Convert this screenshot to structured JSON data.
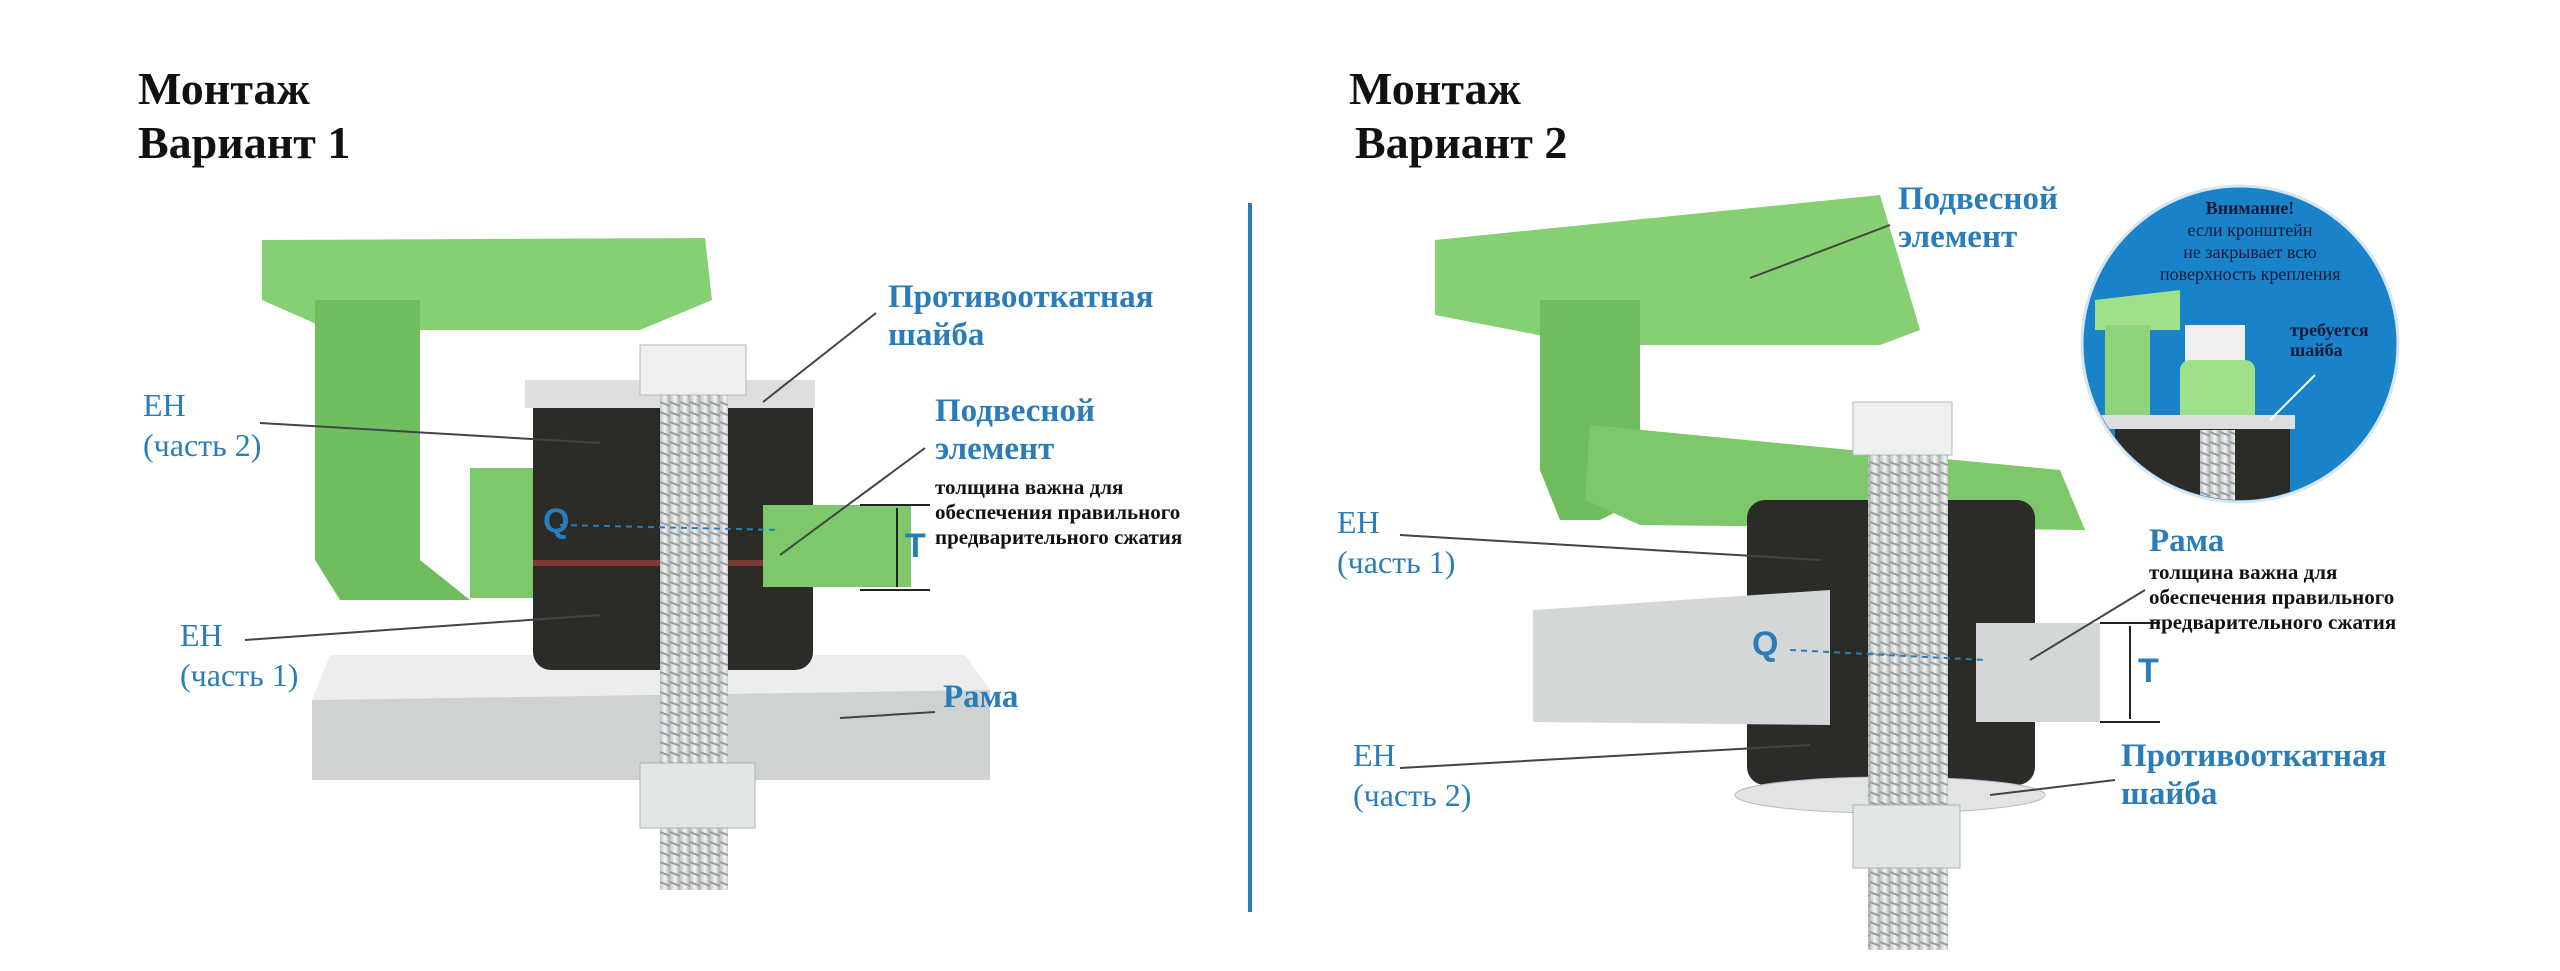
{
  "variant1": {
    "title_line1": "Монтаж",
    "title_line2": "Вариант 1",
    "labels": {
      "antiroll_washer": [
        "Противооткатная",
        "шайба"
      ],
      "suspended_element": [
        "Подвесной",
        "элемент"
      ],
      "thickness_note": [
        "толщина важна для",
        "обеспечения правильного",
        "предварительного сжатия"
      ],
      "eh_part2": [
        "EH",
        "(часть 2)"
      ],
      "eh_part1": [
        "EH",
        "(часть 1)"
      ],
      "frame": "Рама",
      "q": "Q",
      "t": "T"
    }
  },
  "variant2": {
    "title_line1": "Монтаж",
    "title_line2": "Вариант 2",
    "labels": {
      "suspended_element": [
        "Подвесной",
        "элемент"
      ],
      "eh_part1": [
        "EH",
        "(часть 1)"
      ],
      "frame": "Рама",
      "thickness_note": [
        "толщина важна для",
        "обеспечения правильного",
        "предварительного сжатия"
      ],
      "eh_part2": [
        "EH",
        "(часть 2)"
      ],
      "antiroll_washer": [
        "Противооткатная",
        "шайба"
      ],
      "q": "Q",
      "t": "T"
    },
    "inset": {
      "heading": "Внимание!",
      "lines": [
        "если кронштейн",
        "не закрывает всю",
        "поверхность крепления"
      ],
      "callout": [
        "требуется",
        "шайба"
      ]
    }
  },
  "colors": {
    "accent_blue": "#2a7db8",
    "green": "#7cc86a",
    "rubber": "#2b2b28",
    "metal": "#d9dcdc",
    "inset_blue": "#1a82c8"
  }
}
